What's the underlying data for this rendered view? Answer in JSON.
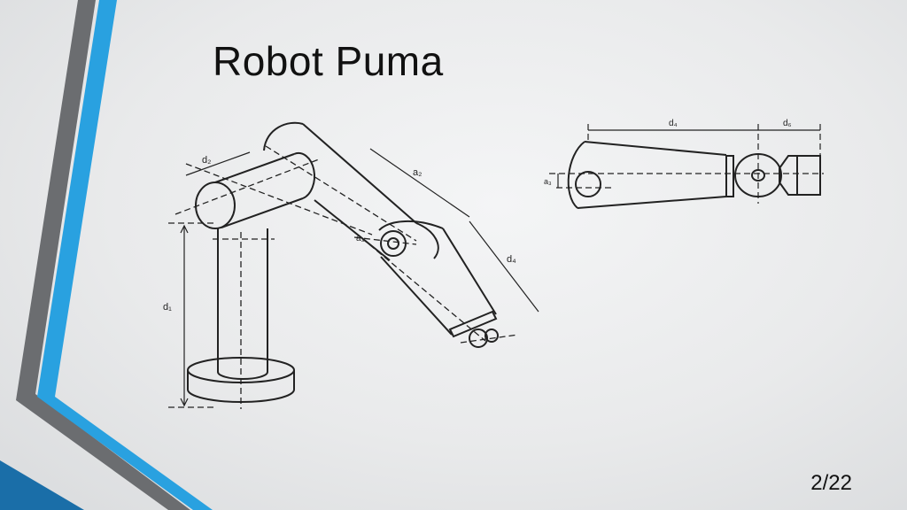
{
  "slide": {
    "title": "Robot Puma",
    "page_number": "2/22"
  },
  "colors": {
    "accent_blue": "#29a1e0",
    "accent_gray": "#6b6d70",
    "dark_blue": "#1a6ea8",
    "line": "#222222"
  },
  "arm_drawing": {
    "labels": {
      "d2": "d₂",
      "a2": "a₂",
      "a3": "a₃",
      "d4": "d₄",
      "d1": "d₁"
    }
  },
  "wrist_drawing": {
    "labels": {
      "d4": "d₄",
      "d6": "d₆",
      "a3": "a₃"
    }
  }
}
